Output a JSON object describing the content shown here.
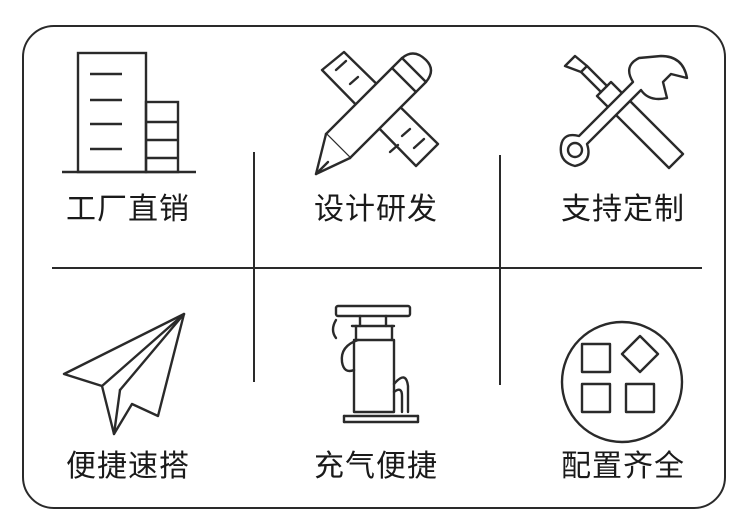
{
  "features": [
    {
      "label": "工厂直销",
      "icon": "factory-building-icon"
    },
    {
      "label": "设计研发",
      "icon": "ruler-pencil-icon"
    },
    {
      "label": "支持定制",
      "icon": "wrench-screwdriver-icon"
    },
    {
      "label": "便捷速搭",
      "icon": "paper-plane-icon"
    },
    {
      "label": "充气便捷",
      "icon": "air-pump-icon"
    },
    {
      "label": "配置齐全",
      "icon": "apps-grid-icon"
    }
  ],
  "colors": {
    "stroke": "#2a2a2a",
    "text": "#1a1a1a",
    "background": "#ffffff"
  }
}
